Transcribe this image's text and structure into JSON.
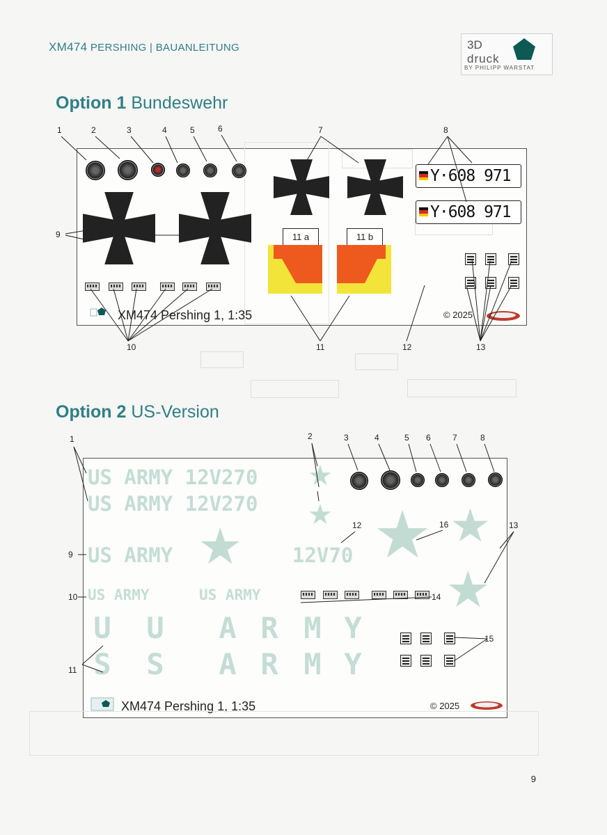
{
  "header": {
    "title_main": "XM474",
    "title_rest": "PERSHING | BAUANLEITUNG"
  },
  "logo": {
    "line1": "3D",
    "line2": "druck",
    "line3": "BY PHILIPP WARSTAT"
  },
  "option1": {
    "heading_bold": "Option 1",
    "heading_rest": "Bundeswehr",
    "callouts": [
      "1",
      "2",
      "3",
      "4",
      "5",
      "6",
      "7",
      "8",
      "9",
      "10",
      "11",
      "12",
      "13"
    ],
    "plate_text": "Y·608 971",
    "label_11a": "11 a",
    "label_11b": "11 b",
    "sheet_title": "XM474 Pershing 1, 1:35",
    "copyright": "© 2025"
  },
  "option2": {
    "heading_bold": "Option 2",
    "heading_rest": "US-Version",
    "callouts": [
      "1",
      "2",
      "3",
      "4",
      "5",
      "6",
      "7",
      "8",
      "9",
      "10",
      "11",
      "12",
      "13",
      "14",
      "15",
      "16"
    ],
    "decal_line1": "US ARMY 12V270",
    "decal_line2": "US ARMY 12V270",
    "decal_us_army_large": "US ARMY",
    "decal_12v70": "12V70",
    "decal_us_army_small_a": "US ARMY",
    "decal_us_army_small_b": "US ARMY",
    "decal_vertical": [
      "U",
      "S",
      "A",
      "R",
      "M",
      "Y"
    ],
    "decal_vertical_b": [
      "U",
      "S",
      "A",
      "R",
      "M",
      "Y"
    ],
    "sheet_title": "XM474 Pershing 1, 1:35",
    "copyright": "© 2025"
  },
  "page_number": "9",
  "colors": {
    "accent": "#2f7f86",
    "decal_green": "#c4ddd6",
    "patch_yellow": "#f2e438",
    "patch_orange": "#ee5a1e"
  }
}
